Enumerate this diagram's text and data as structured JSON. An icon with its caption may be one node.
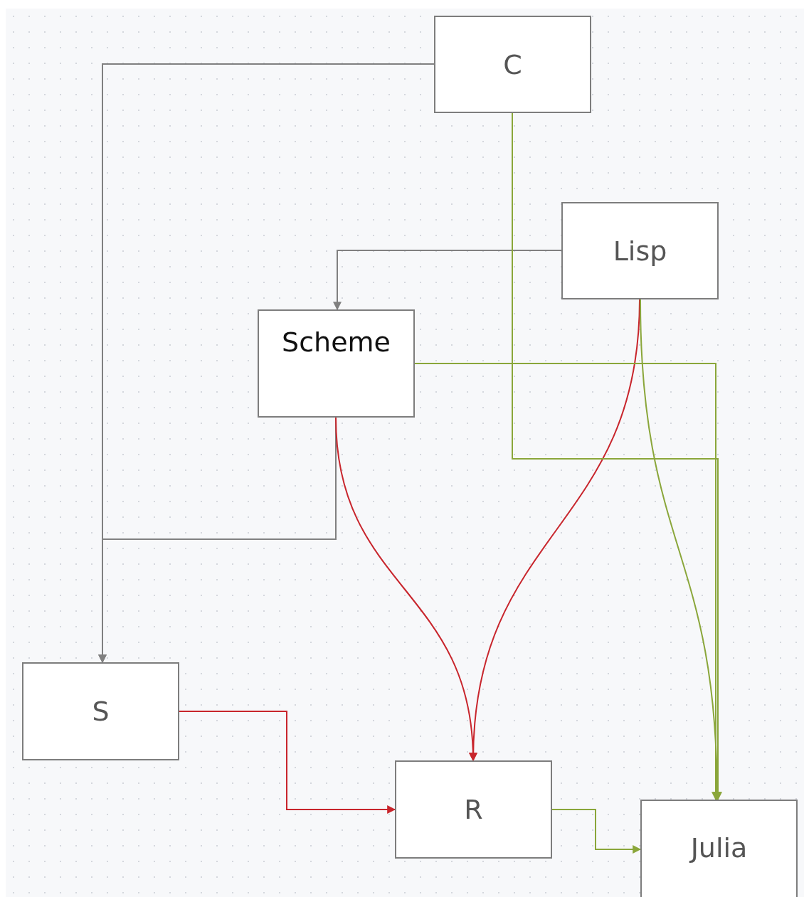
{
  "diagram": {
    "nodes": [
      {
        "text": [
          "C"
        ]
      },
      {
        "text": [
          "Lisp"
        ]
      },
      {
        "text": [
          "Scheme"
        ]
      },
      {
        "text": [
          "S"
        ]
      },
      {
        "text": [
          "R"
        ]
      },
      {
        "text": [
          "Julia"
        ]
      }
    ],
    "edges": [
      {
        "from": 0,
        "to": 3,
        "arrow": "to",
        "color": "#808080"
      },
      {
        "from": 1,
        "to": 2,
        "arrow": "to",
        "color": "#808080"
      },
      {
        "from": 2,
        "to": 3,
        "arrow": "to",
        "color": "#808080"
      },
      {
        "from": 2,
        "to": 4,
        "arrow": "to",
        "color": "#c8252c"
      },
      {
        "from": 1,
        "to": 4,
        "arrow": "to",
        "color": "#c8252c"
      },
      {
        "from": 2,
        "to": 5,
        "arrow": "to",
        "color": "#8aa63a"
      },
      {
        "from": 0,
        "to": 5,
        "arrow": "to",
        "color": "#8aa63a"
      },
      {
        "from": 1,
        "to": 5,
        "arrow": "to",
        "color": "#8aa63a"
      },
      {
        "from": 3,
        "to": 4,
        "arrow": "to",
        "color": "#c8252c"
      },
      {
        "from": 4,
        "to": 5,
        "arrow": "to",
        "color": "#8aa63a"
      }
    ]
  }
}
